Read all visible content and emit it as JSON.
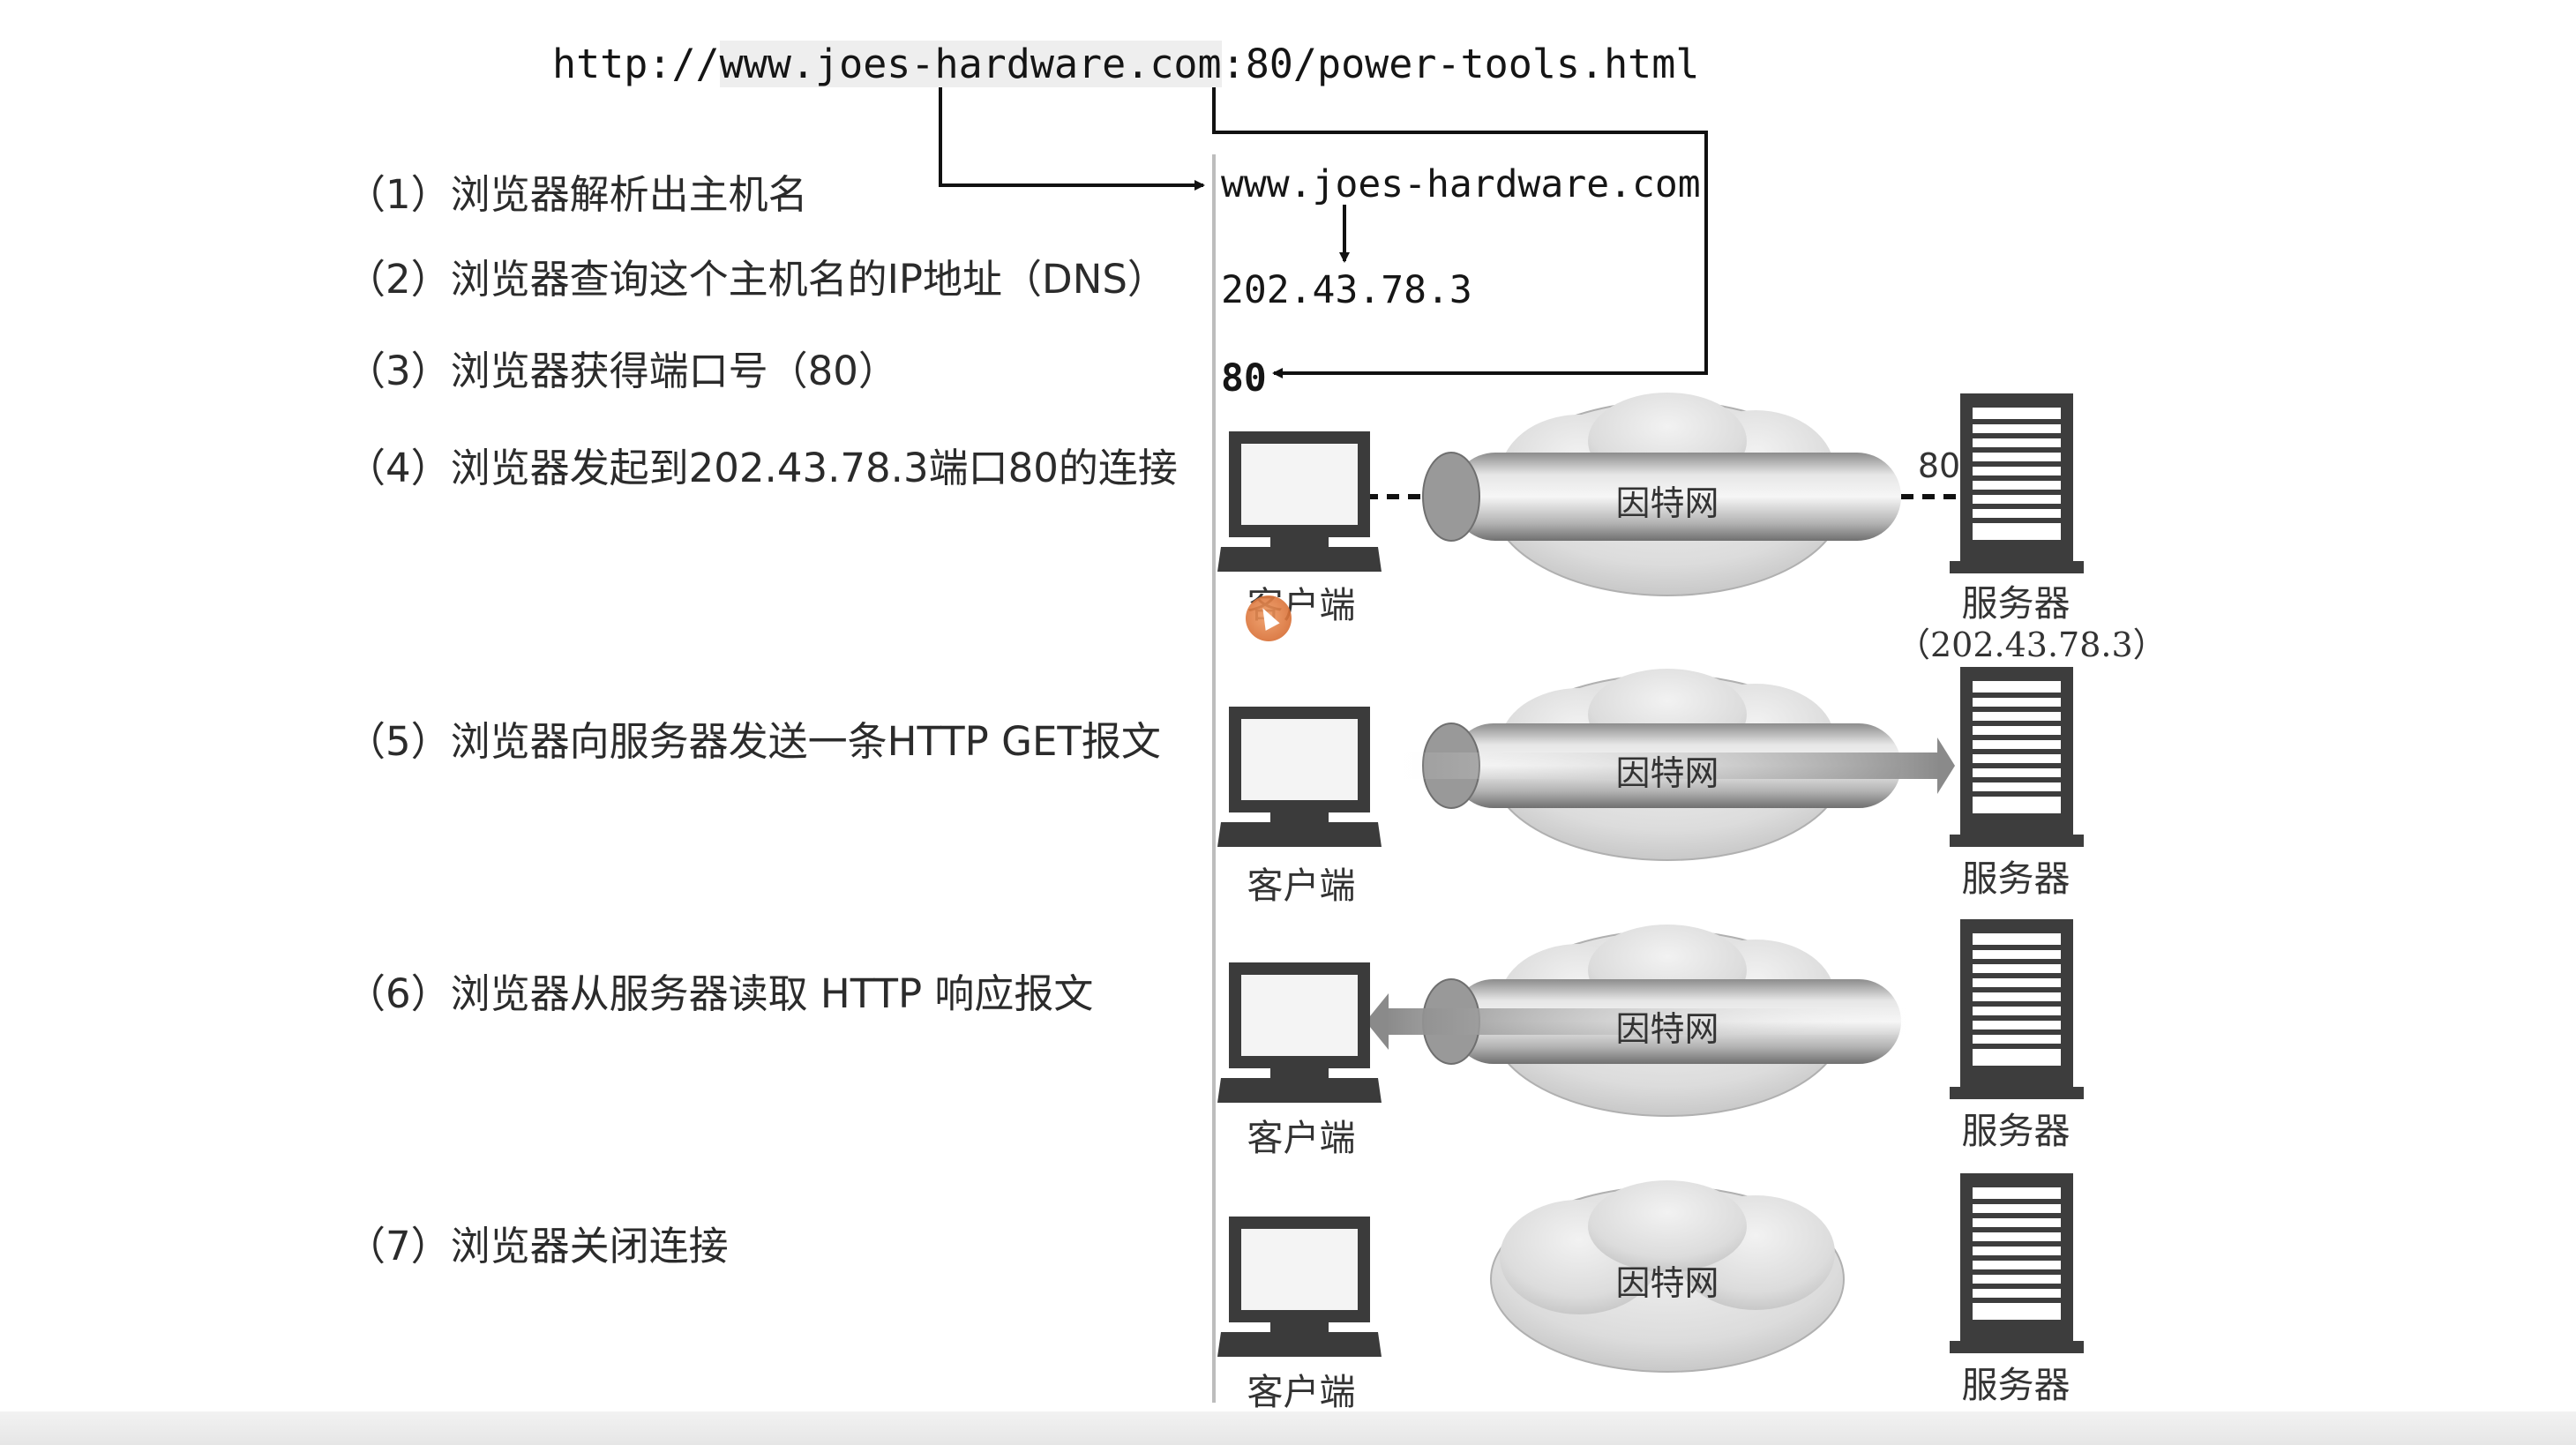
{
  "url": {
    "scheme": "http://",
    "host": "www.joes-hardware.com",
    "port_sep": ":",
    "port": "80",
    "path": "/power-tools.html"
  },
  "resolution": {
    "hostname": "www.joes-hardware.com",
    "ip": "202.43.78.3",
    "port": "80"
  },
  "steps": [
    "（1）浏览器解析出主机名",
    "（2）浏览器查询这个主机名的IP地址（DNS）",
    "（3）浏览器获得端口号（80）",
    "（4）浏览器发起到202.43.78.3端口80的连接",
    "（5）浏览器向服务器发送一条HTTP GET报文",
    "（6）浏览器从服务器读取 HTTP 响应报文",
    "（7）浏览器关闭连接"
  ],
  "rows": [
    {
      "client": "客户端",
      "cloud": "因特网",
      "server": "服务器",
      "server_ip": "（202.43.78.3）",
      "server_port": "80"
    },
    {
      "client": "客户端",
      "cloud": "因特网",
      "server": "服务器"
    },
    {
      "client": "客户端",
      "cloud": "因特网",
      "server": "服务器"
    },
    {
      "client": "客户端",
      "cloud": "因特网",
      "server": "服务器"
    }
  ]
}
